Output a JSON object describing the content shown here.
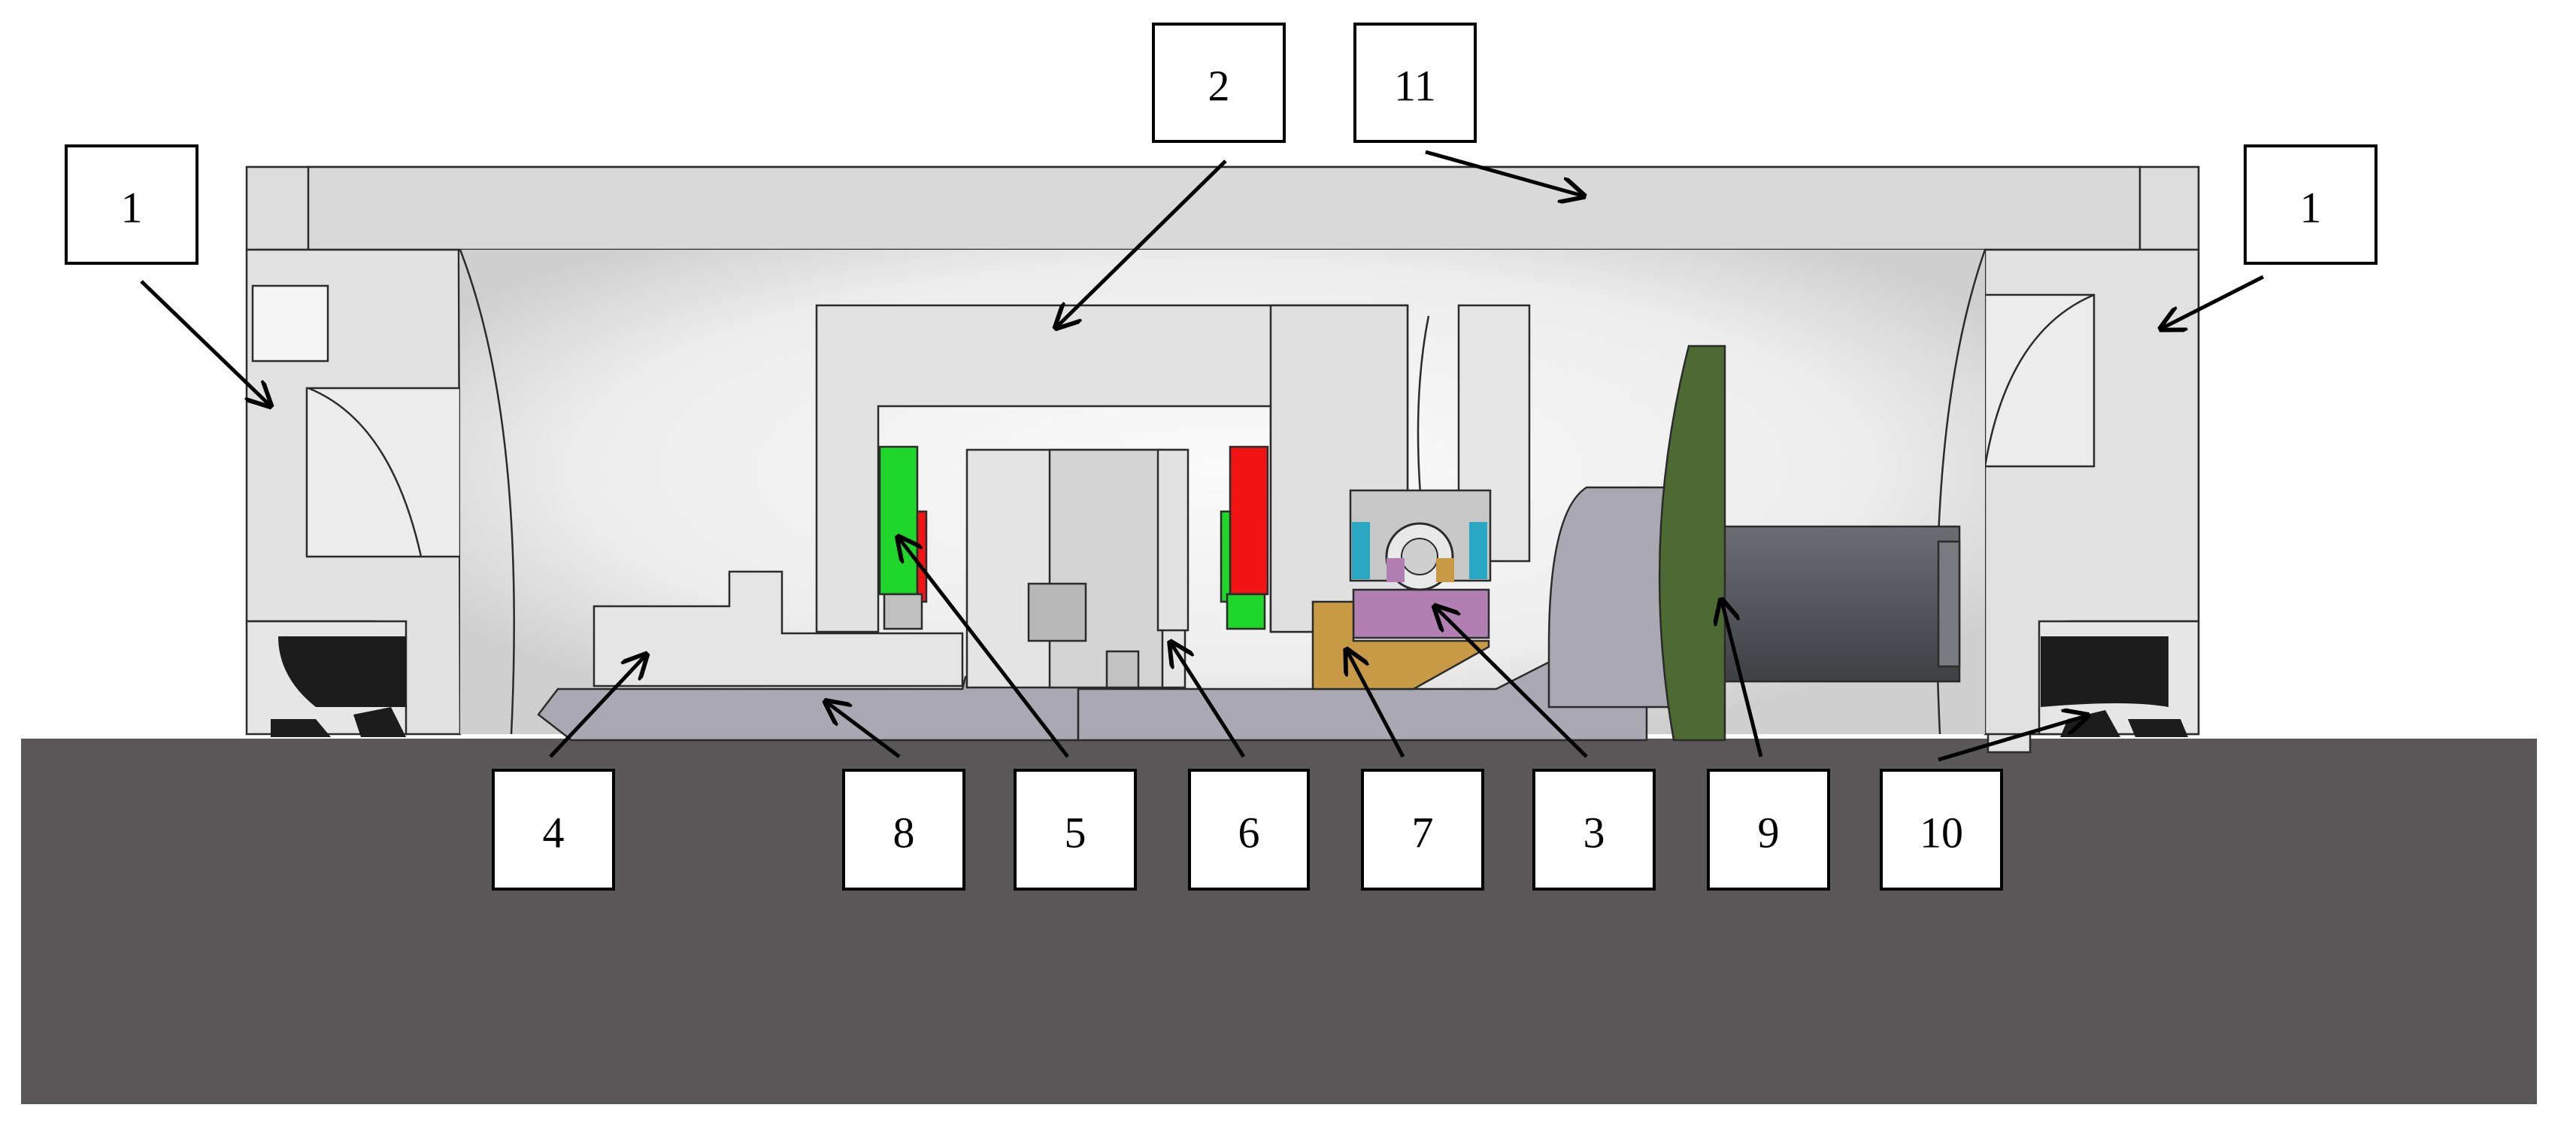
{
  "callouts": [
    {
      "id": "c1-left",
      "label": "1"
    },
    {
      "id": "c2",
      "label": "2"
    },
    {
      "id": "c11",
      "label": "11"
    },
    {
      "id": "c1-right",
      "label": "1"
    },
    {
      "id": "c4",
      "label": "4"
    },
    {
      "id": "c8",
      "label": "8"
    },
    {
      "id": "c5",
      "label": "5"
    },
    {
      "id": "c6",
      "label": "6"
    },
    {
      "id": "c7",
      "label": "7"
    },
    {
      "id": "c3",
      "label": "3"
    },
    {
      "id": "c9",
      "label": "9"
    },
    {
      "id": "c10",
      "label": "10"
    }
  ],
  "colors": {
    "ground": "#595758",
    "housing": "#e0e0e0",
    "housing_shadow": "#c9c9c9",
    "inner_plate": "#d6d6d6",
    "shaft": "#a9a8b3",
    "magnet_green": "#1fd62a",
    "magnet_red": "#f21414",
    "wheel_green": "#4d6a33",
    "roller": "#5d5e63",
    "bracket_orange": "#c99a45",
    "bearing_purple": "#b27fb3",
    "bearing_cyan": "#2aa7c2",
    "seal_black": "#1c1c1c"
  }
}
